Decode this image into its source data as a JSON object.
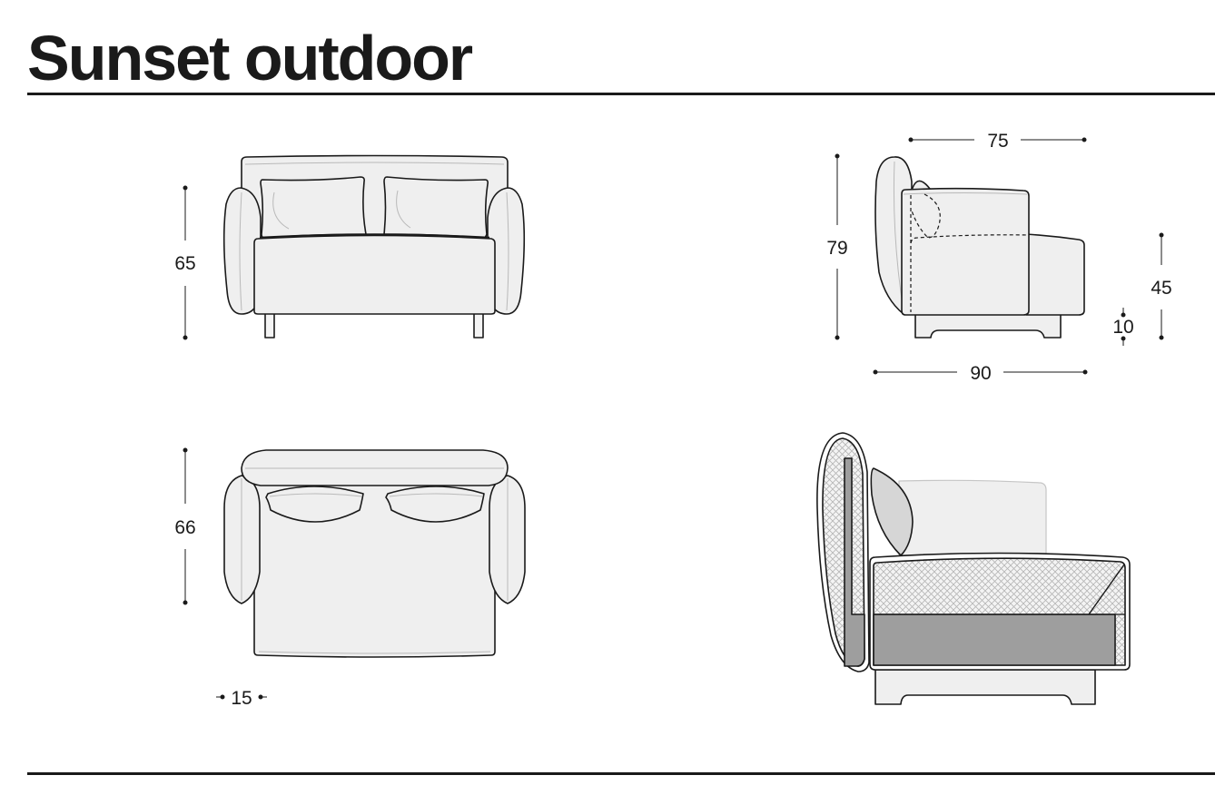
{
  "title": "Sunset outdoor",
  "colors": {
    "ink": "#1a1a1a",
    "fill_light": "#efefef",
    "fill_mid": "#d6d6d6",
    "fill_dark": "#9e9e9e",
    "seam": "#b9b9b9"
  },
  "views": {
    "front": {
      "label": "front-view",
      "dimensions": {
        "height": "65"
      }
    },
    "top": {
      "label": "top-view",
      "dimensions": {
        "depth": "66",
        "armrest_width": "15"
      }
    },
    "side": {
      "label": "side-view",
      "dimensions": {
        "seat_depth": "75",
        "height": "79",
        "seat_height": "45",
        "base_height": "10",
        "total_depth": "90"
      }
    },
    "section": {
      "label": "cross-section-view"
    }
  }
}
